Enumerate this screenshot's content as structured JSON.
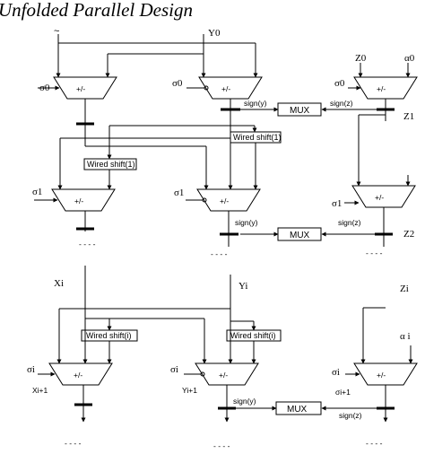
{
  "title": "Unfolded Parallel Design",
  "labels": {
    "x0": "~",
    "y0": "Y0",
    "z0": "Z0",
    "alpha0": "α0",
    "sigma0_a": "σ0",
    "sigma0_b": "σ0",
    "sigma0_c": "σ0",
    "plusminus": "+/-",
    "sign_y": "sign(y)",
    "sign_z": "sign(z)",
    "mux": "MUX",
    "z1": "Z1",
    "z2": "Z2",
    "wired_shift_1": "Wired shift(1)",
    "sigma1": "σ1",
    "xi": "Xi",
    "yi": "Yi",
    "zi": "Zi",
    "alpha_i": "α i",
    "wired_shift_i": "Wired shift(i)",
    "sigma_i": "σi",
    "sigma_i1": "σi+1",
    "xi1": "Xi+1",
    "yi1": "Yi+1",
    "dashes": "- - - -",
    "dashes_z": "- - - -",
    "dashes_mid": "- - - -"
  }
}
